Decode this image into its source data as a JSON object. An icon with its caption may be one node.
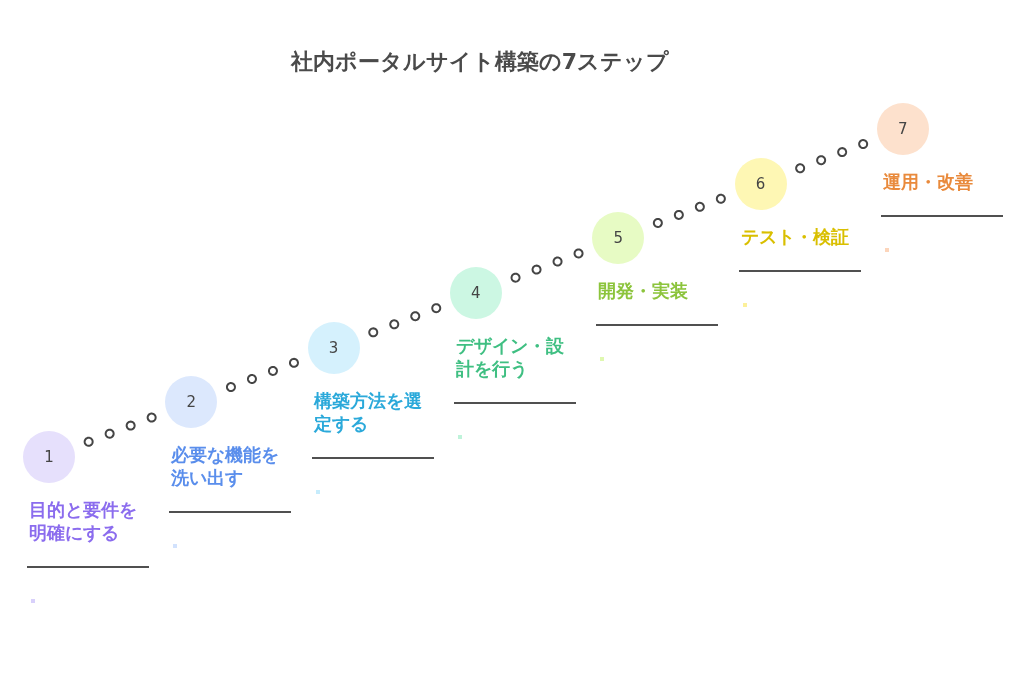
{
  "diagram": {
    "title": "社内ポータルサイト構築の7ステップ",
    "nodes": [
      {
        "text": [
          "1"
        ],
        "beside": [
          "目的と要件を明確にする"
        ]
      },
      {
        "text": [
          "2"
        ],
        "beside": [
          "必要な機能を洗い出す"
        ]
      },
      {
        "text": [
          "3"
        ],
        "beside": [
          "構築方法を選定する"
        ]
      },
      {
        "text": [
          "4"
        ],
        "beside": [
          "デザイン・設計を行う"
        ]
      },
      {
        "text": [
          "5"
        ],
        "beside": [
          "開発・実装"
        ]
      },
      {
        "text": [
          "6"
        ],
        "beside": [
          "テスト・検証"
        ]
      },
      {
        "text": [
          "7"
        ],
        "beside": [
          "運用・改善"
        ]
      }
    ],
    "edges": [
      {
        "from": 0,
        "to": 1,
        "arrow": "none"
      },
      {
        "from": 1,
        "to": 2,
        "arrow": "none"
      },
      {
        "from": 2,
        "to": 3,
        "arrow": "none"
      },
      {
        "from": 3,
        "to": 4,
        "arrow": "none"
      },
      {
        "from": 4,
        "to": 5,
        "arrow": "none"
      },
      {
        "from": 5,
        "to": 6,
        "arrow": "none"
      }
    ]
  }
}
